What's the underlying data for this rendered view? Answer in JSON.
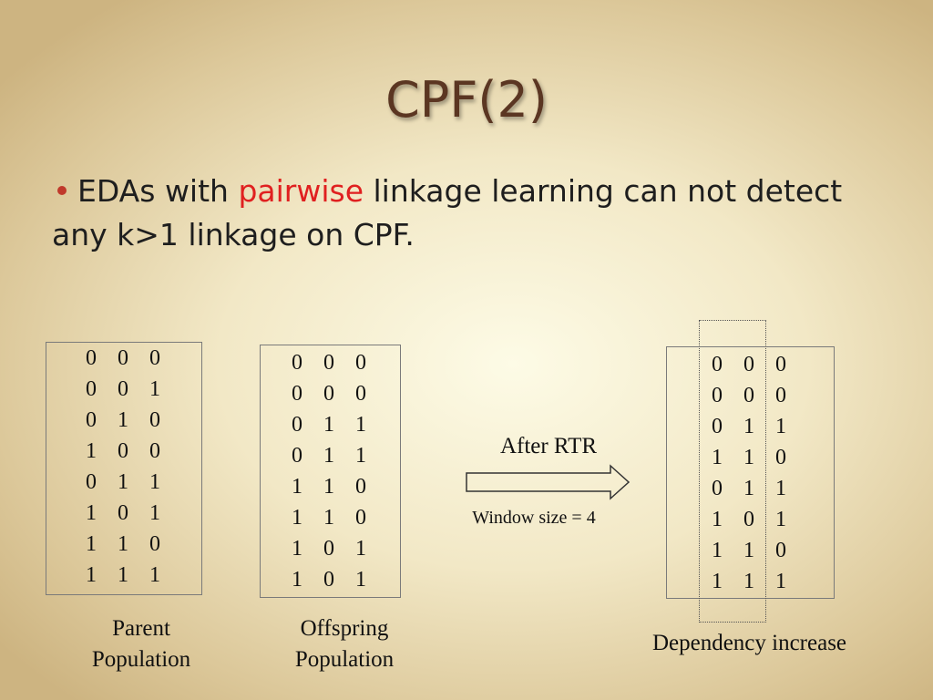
{
  "slide": {
    "title": "CPF(2)",
    "bullet": {
      "before": "EDAs with ",
      "highlight": "pairwise",
      "after": " linkage learning can not detect any k>1 linkage on CPF."
    }
  },
  "colors": {
    "title": "#5b3622",
    "highlight": "#e02020",
    "bullet_dot": "#c0392b"
  },
  "parent": {
    "caption_line1": "Parent",
    "caption_line2": "Population",
    "rows": [
      [
        "0",
        "0",
        "0"
      ],
      [
        "0",
        "0",
        "1"
      ],
      [
        "0",
        "1",
        "0"
      ],
      [
        "1",
        "0",
        "0"
      ],
      [
        "0",
        "1",
        "1"
      ],
      [
        "1",
        "0",
        "1"
      ],
      [
        "1",
        "1",
        "0"
      ],
      [
        "1",
        "1",
        "1"
      ]
    ]
  },
  "offspring": {
    "caption_line1": "Offspring",
    "caption_line2": "Population",
    "rows": [
      [
        "0",
        "0",
        "0"
      ],
      [
        "0",
        "0",
        "0"
      ],
      [
        "0",
        "1",
        "1"
      ],
      [
        "0",
        "1",
        "1"
      ],
      [
        "1",
        "1",
        "0"
      ],
      [
        "1",
        "1",
        "0"
      ],
      [
        "1",
        "0",
        "1"
      ],
      [
        "1",
        "0",
        "1"
      ]
    ]
  },
  "result": {
    "caption": "Dependency increase",
    "rows": [
      [
        "0",
        "0",
        "0"
      ],
      [
        "0",
        "0",
        "0"
      ],
      [
        "0",
        "1",
        "1"
      ],
      [
        "1",
        "1",
        "0"
      ],
      [
        "0",
        "1",
        "1"
      ],
      [
        "1",
        "0",
        "1"
      ],
      [
        "1",
        "1",
        "0"
      ],
      [
        "1",
        "1",
        "1"
      ]
    ]
  },
  "arrow": {
    "label": "After RTR",
    "window_label": "Window size = 4"
  }
}
